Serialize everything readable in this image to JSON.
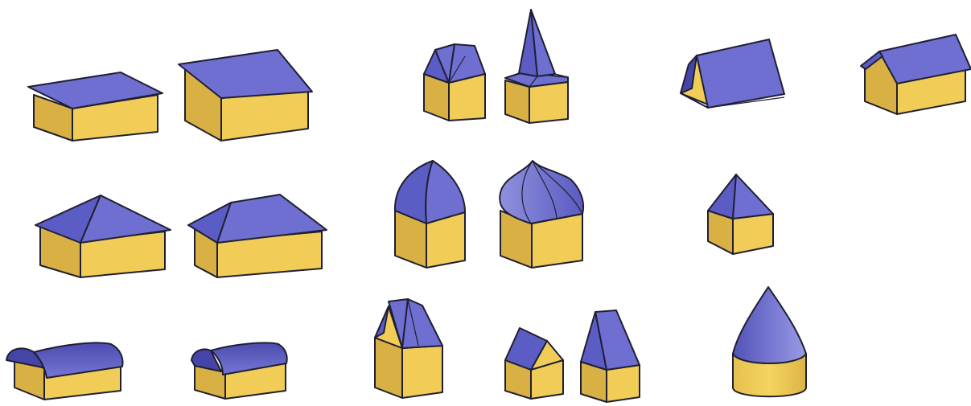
{
  "palette": {
    "wall_front": "#f1cd58",
    "wall_side": "#d8b044",
    "roof_light": "#6e6fd0",
    "roof_mid": "#5b5cc4",
    "roof_dark": "#4545a8",
    "outline": "#1f1f33",
    "background": "#ffffff"
  },
  "roof_types": [
    {
      "name": "shed"
    },
    {
      "name": "shed-tall"
    },
    {
      "name": "pyramid-gable-tower"
    },
    {
      "name": "spire-tower"
    },
    {
      "name": "gable-a-frame"
    },
    {
      "name": "gable-house"
    },
    {
      "name": "hip"
    },
    {
      "name": "hip-ridge"
    },
    {
      "name": "dome-tower"
    },
    {
      "name": "onion-dome-tower"
    },
    {
      "name": "pyramid-tower"
    },
    {
      "name": "barrel-vault"
    },
    {
      "name": "barrel-vault-small"
    },
    {
      "name": "cross-gable-tower"
    },
    {
      "name": "gable-tower"
    },
    {
      "name": "truncated-pyramid-tower"
    },
    {
      "name": "cone-round-tower"
    }
  ]
}
